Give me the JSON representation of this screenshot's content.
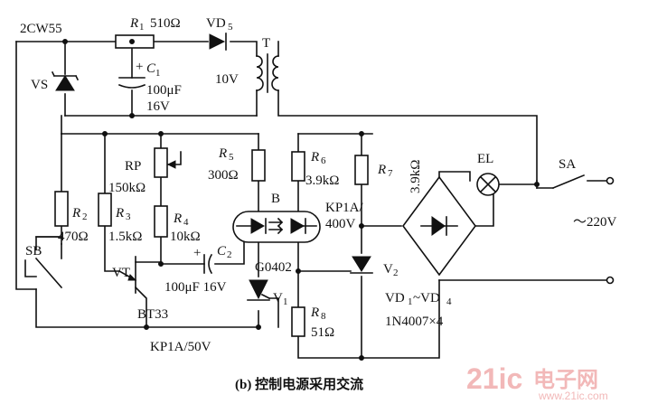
{
  "labels": {
    "vs_part": "2CW55",
    "vs": "VS",
    "r1": "R",
    "r1_sub": "1",
    "r1_val": "510Ω",
    "vd5": "VD",
    "vd5_sub": "5",
    "t": "T",
    "t_volt": "10V",
    "c1": "C",
    "c1_sub": "1",
    "c1_val": "100μF",
    "c1_volt": "16V",
    "rp": "RP",
    "r5": "R",
    "r5_sub": "5",
    "r5_val": "300Ω",
    "r6": "R",
    "r6_sub": "6",
    "r6_val": "3.9kΩ",
    "r7": "R",
    "r7_sub": "7",
    "r7_val": "3.9kΩ",
    "el": "EL",
    "sa": "SA",
    "r3_val": "150kΩ",
    "r3": "R",
    "r3_sub": "3",
    "r3_val2": "1.5kΩ",
    "r2": "R",
    "r2_sub": "2",
    "r2_val": "470Ω",
    "r4": "R",
    "r4_sub": "4",
    "r4_val": "10kΩ",
    "b": "B",
    "kp_v2": "KP1A/",
    "kp_v2_volt": "400V",
    "ac": "～220V",
    "sb": "SB",
    "c2": "C",
    "c2_sub": "2",
    "c2_val": "100μF 16V",
    "coupler": "G0402",
    "v2": "V",
    "v2_sub": "2",
    "vt": "VT",
    "vt_part": "BT33",
    "v1": "V",
    "v1_sub": "1",
    "r8": "R",
    "r8_sub": "8",
    "r8_val": "51Ω",
    "vd_bridge": "VD",
    "vd_bridge_sub1": "1",
    "vd_bridge_tilde": "~VD",
    "vd_bridge_sub2": "4",
    "bridge_part": "1N4007×4",
    "kp_v1": "KP1A/50V",
    "caption": "(b) 控制电源采用交流",
    "watermark_1": "21ic",
    "watermark_2": "电子网",
    "watermark_3": "www.21ic.com"
  },
  "colors": {
    "line": "#111111",
    "watermark": "#f2b8b8"
  }
}
